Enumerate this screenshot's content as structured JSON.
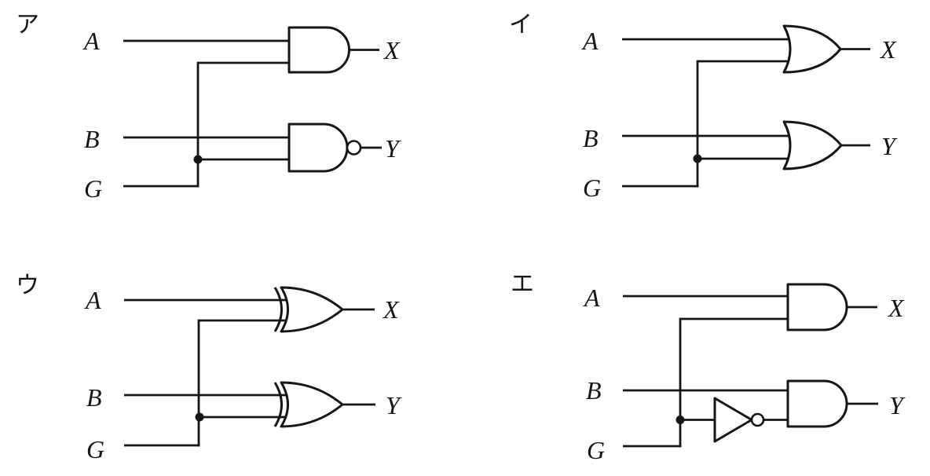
{
  "figure": "logic-circuit-answer-choices",
  "colors": {
    "ink": "#161616",
    "paper": "#ffffff"
  },
  "panels": [
    {
      "label": "ア",
      "inputs": {
        "a": "A",
        "b": "B",
        "g": "G"
      },
      "outputs": {
        "x": "X",
        "y": "Y"
      },
      "gates": {
        "x_gate": "AND",
        "y_gate": "NAND"
      }
    },
    {
      "label": "イ",
      "inputs": {
        "a": "A",
        "b": "B",
        "g": "G"
      },
      "outputs": {
        "x": "X",
        "y": "Y"
      },
      "gates": {
        "x_gate": "OR",
        "y_gate": "OR"
      }
    },
    {
      "label": "ウ",
      "inputs": {
        "a": "A",
        "b": "B",
        "g": "G"
      },
      "outputs": {
        "x": "X",
        "y": "Y"
      },
      "gates": {
        "x_gate": "XOR",
        "y_gate": "XOR"
      }
    },
    {
      "label": "エ",
      "inputs": {
        "a": "A",
        "b": "B",
        "g": "G"
      },
      "outputs": {
        "x": "X",
        "y": "Y"
      },
      "gates": {
        "x_gate": "AND",
        "y_gate": "AND",
        "g_inverter": "NOT"
      }
    }
  ]
}
